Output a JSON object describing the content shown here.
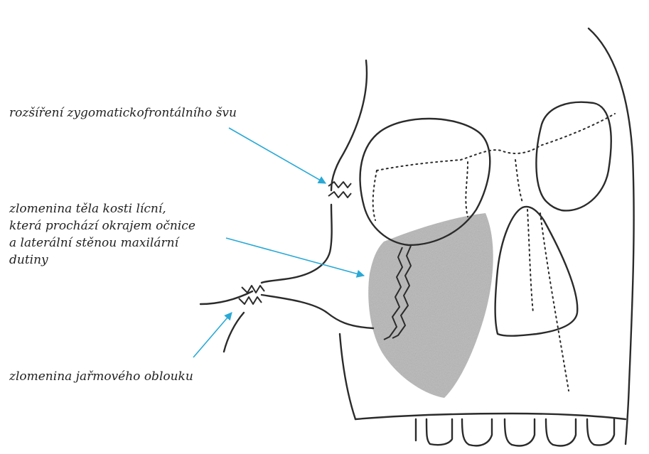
{
  "labels": {
    "suture": "rozšíření zygomatickofrontálního švu",
    "body_lines": [
      "zlomenina těla kosti lícní,",
      "která prochází okrajem očnice",
      "a laterální stěnou maxilární",
      "dutiny"
    ],
    "arch": "zlomenina jařmového oblouku"
  },
  "colors": {
    "outline": "#2b2b2b",
    "arrow": "#29a9d6",
    "shading": "#a9a9a9",
    "background": "#ffffff"
  }
}
